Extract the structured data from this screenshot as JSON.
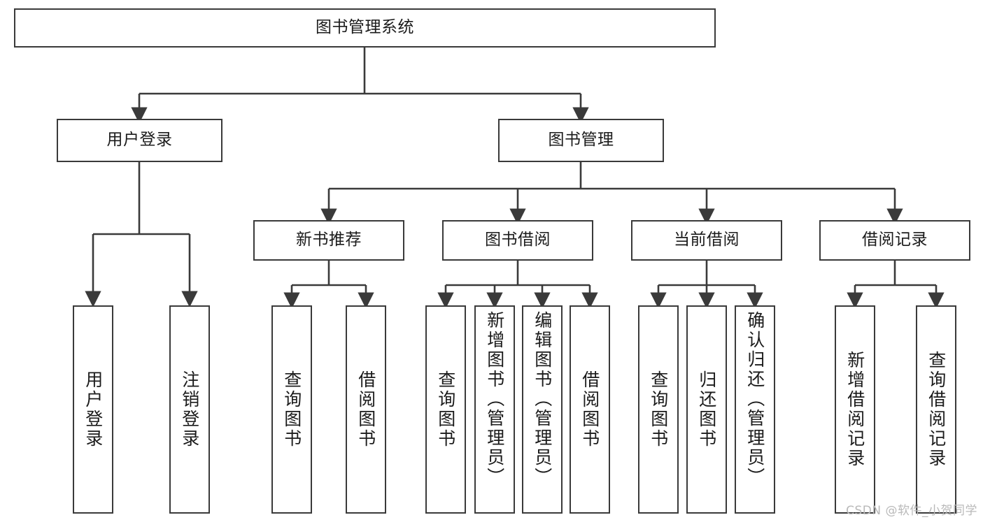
{
  "diagram": {
    "title": "图书管理系统",
    "type": "tree-hierarchy-chart",
    "colors": {
      "stroke": "#3a3a3a",
      "fill": "#ffffff",
      "text": "#1b1b1b",
      "watermark": "#b9b9b9"
    },
    "nodes": {
      "root": {
        "label": "图书管理系统"
      },
      "level2": [
        {
          "label": "用户登录"
        },
        {
          "label": "图书管理"
        }
      ],
      "level3": [
        {
          "label": "新书推荐"
        },
        {
          "label": "图书借阅"
        },
        {
          "label": "当前借阅"
        },
        {
          "label": "借阅记录"
        }
      ],
      "leaves": {
        "user_login": [
          {
            "label": "用户登录"
          },
          {
            "label": "注销登录"
          }
        ],
        "new_book": [
          {
            "label": "查询图书"
          },
          {
            "label": "借阅图书"
          }
        ],
        "borrow_book": [
          {
            "label": "查询图书"
          },
          {
            "label": "新增图书（管理员）"
          },
          {
            "label": "编辑图书（管理员）"
          },
          {
            "label": "借阅图书"
          }
        ],
        "current_borrow": [
          {
            "label": "查询图书"
          },
          {
            "label": "归还图书"
          },
          {
            "label": "确认归还（管理员）"
          }
        ],
        "borrow_record": [
          {
            "label": "新增借阅记录"
          },
          {
            "label": "查询借阅记录"
          }
        ]
      }
    },
    "watermark": "CSDN @软件_小贺同学"
  }
}
